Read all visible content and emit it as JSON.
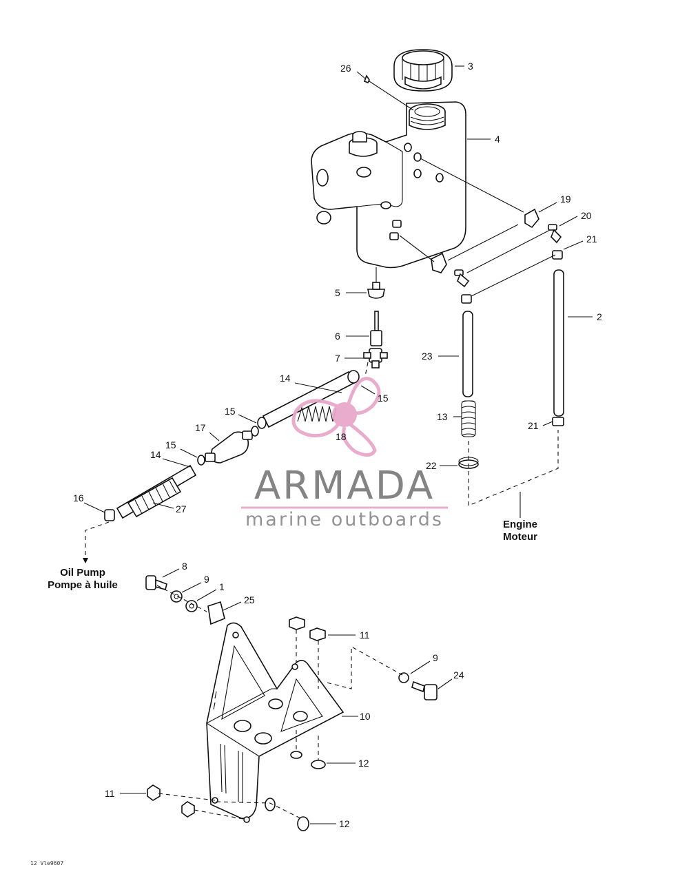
{
  "callouts": [
    {
      "id": "c26",
      "text": "26"
    },
    {
      "id": "c3",
      "text": "3"
    },
    {
      "id": "c4",
      "text": "4"
    },
    {
      "id": "c19",
      "text": "19"
    },
    {
      "id": "c20",
      "text": "20"
    },
    {
      "id": "c21a",
      "text": "21"
    },
    {
      "id": "c2",
      "text": "2"
    },
    {
      "id": "c5",
      "text": "5"
    },
    {
      "id": "c6",
      "text": "6"
    },
    {
      "id": "c7",
      "text": "7"
    },
    {
      "id": "c23",
      "text": "23"
    },
    {
      "id": "c14a",
      "text": "14"
    },
    {
      "id": "c15a",
      "text": "15"
    },
    {
      "id": "c15b",
      "text": "15"
    },
    {
      "id": "c13",
      "text": "13"
    },
    {
      "id": "c21b",
      "text": "21"
    },
    {
      "id": "c17",
      "text": "17"
    },
    {
      "id": "c18",
      "text": "18"
    },
    {
      "id": "c15c",
      "text": "15"
    },
    {
      "id": "c14b",
      "text": "14"
    },
    {
      "id": "c22",
      "text": "22"
    },
    {
      "id": "c16",
      "text": "16"
    },
    {
      "id": "c27",
      "text": "27"
    },
    {
      "id": "c8",
      "text": "8"
    },
    {
      "id": "c9a",
      "text": "9"
    },
    {
      "id": "c1",
      "text": "1"
    },
    {
      "id": "c25",
      "text": "25"
    },
    {
      "id": "c11a",
      "text": "11"
    },
    {
      "id": "c9b",
      "text": "9"
    },
    {
      "id": "c24",
      "text": "24"
    },
    {
      "id": "c10",
      "text": "10"
    },
    {
      "id": "c12a",
      "text": "12"
    },
    {
      "id": "c11b",
      "text": "11"
    },
    {
      "id": "c12b",
      "text": "12"
    }
  ],
  "notes": {
    "engine_line1": "Engine",
    "engine_line2": "Moteur",
    "oilpump_line1": "Oil Pump",
    "oilpump_line2": "Pompe à huile"
  },
  "watermark": {
    "brand": "ARMADA",
    "tagline": "marine outboards",
    "brand_color": "#7a7a7a",
    "accent_color": "#e8a6c8"
  },
  "drawing_code": "12 Vle9607"
}
